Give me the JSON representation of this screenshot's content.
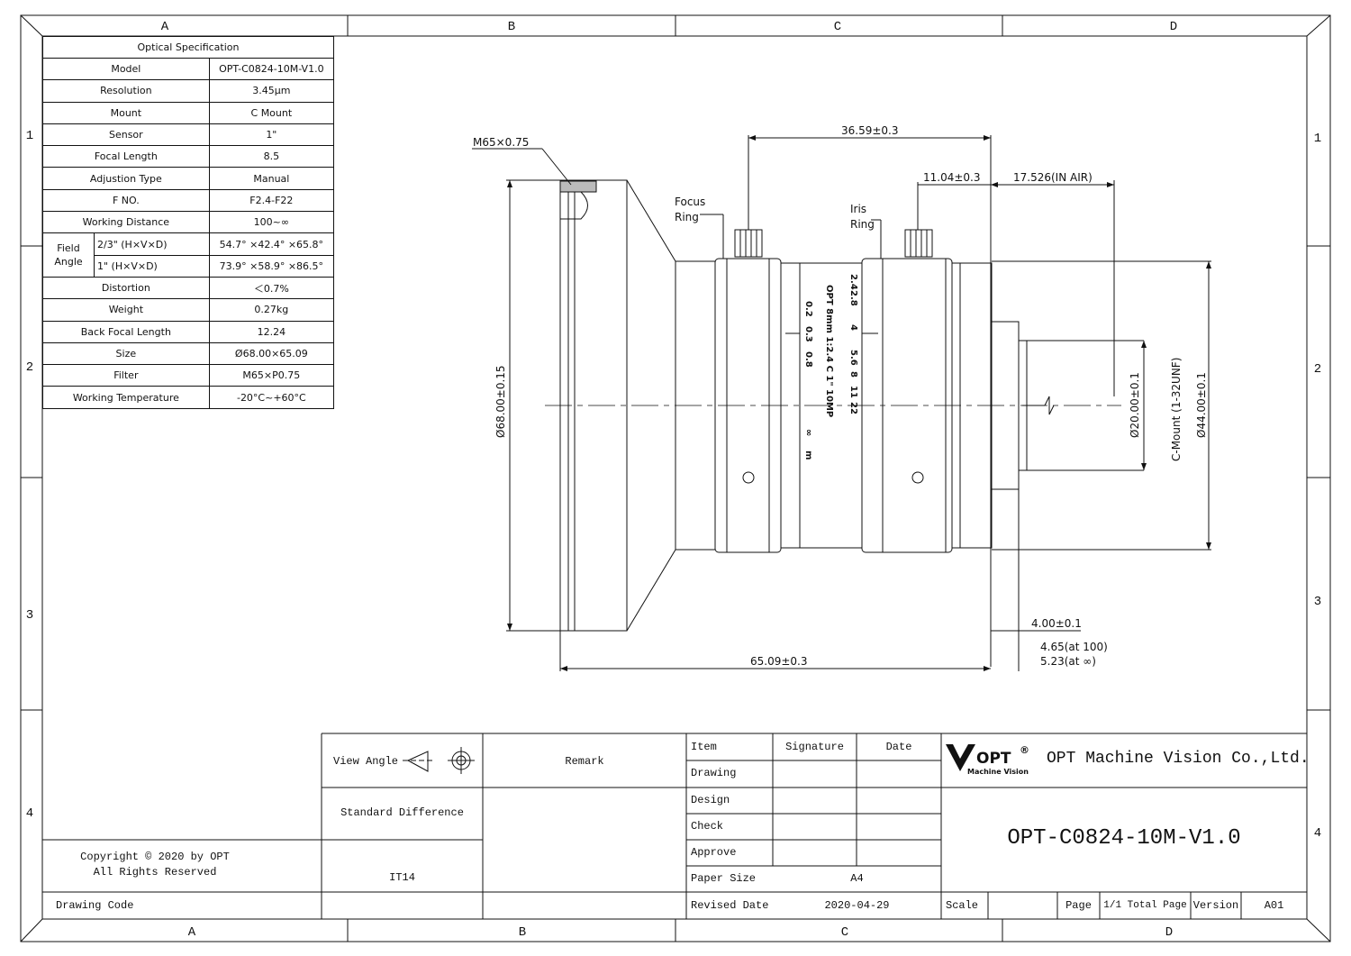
{
  "zones": {
    "columns": [
      "A",
      "B",
      "C",
      "D"
    ],
    "rows": [
      "1",
      "2",
      "3",
      "4"
    ]
  },
  "spec_table": {
    "title": "Optical Specification",
    "rows": [
      {
        "label": "Model",
        "value": "OPT-C0824-10M-V1.0"
      },
      {
        "label": "Resolution",
        "value": "3.45μm"
      },
      {
        "label": "Mount",
        "value": "C Mount"
      },
      {
        "label": "Sensor",
        "value": "1\""
      },
      {
        "label": "Focal Length",
        "value": "8.5"
      },
      {
        "label": "Adjustion Type",
        "value": "Manual"
      },
      {
        "label": "F NO.",
        "value": "F2.4-F22"
      },
      {
        "label": "Working Distance",
        "value": "100~∞"
      }
    ],
    "field_angle": {
      "label": "Field Angle",
      "rows": [
        {
          "sub": "2/3\" (H×V×D)",
          "value": "54.7° ×42.4° ×65.8°"
        },
        {
          "sub": "1\" (H×V×D)",
          "value": "73.9° ×58.9° ×86.5°"
        }
      ]
    },
    "rows2": [
      {
        "label": "Distortion",
        "value": "＜0.7%"
      },
      {
        "label": "Weight",
        "value": "0.27kg"
      },
      {
        "label": "Back Focal Length",
        "value": "12.24"
      },
      {
        "label": "Size",
        "value": "Ø68.00×65.09"
      },
      {
        "label": "Filter",
        "value": "M65×P0.75"
      },
      {
        "label": "Working Temperature",
        "value": "-20°C~+60°C"
      }
    ]
  },
  "drawing": {
    "thread_label": "M65×0.75",
    "focus_ring": [
      "Focus",
      "Ring"
    ],
    "iris_ring": [
      "Iris",
      "Ring"
    ],
    "dim_top": "36.59±0.3",
    "dim_11": "11.04±0.3",
    "dim_air": "17.526(IN AIR)",
    "dia_68": "Ø68.00±0.15",
    "dia_20": "Ø20.00±0.1",
    "cmount": "C-Mount (1-32UNF)",
    "dia_44": "Ø44.00±0.1",
    "dim_4": "4.00±0.1",
    "dim_465": "4.65(at 100)",
    "dim_523": "5.23(at  ∞)",
    "dim_total": "65.09±0.3",
    "engraving_line1": "OPT 8mm 1:2.4 C 1\" 10MP",
    "focus_scale": [
      "0.2",
      "0.3",
      "0.8",
      "∞",
      "m"
    ],
    "iris_scale": [
      "2.4",
      "2.8",
      "4",
      "5.6",
      "8",
      "11",
      "22"
    ]
  },
  "title_block": {
    "view_angle": "View Angle",
    "remark": "Remark",
    "standard_difference": "Standard Difference",
    "it14": "IT14",
    "copyright_1": "Copyright © 2020 by OPT",
    "copyright_2": "All Rights Reserved",
    "drawing_code": "Drawing Code",
    "item": "Item",
    "signature": "Signature",
    "date": "Date",
    "drawing": "Drawing",
    "design": "Design",
    "check": "Check",
    "approve": "Approve",
    "paper_size": "Paper Size",
    "paper_size_value": "A4",
    "revised_date": "Revised Date",
    "revised_date_value": "2020-04-29",
    "logo_brand": "OPT",
    "logo_sub": "Machine Vision",
    "company": "OPT Machine Vision Co.,Ltd.",
    "model": "OPT-C0824-10M-V1.0",
    "scale": "Scale",
    "page": "Page",
    "page_value": "1/1 Total Page",
    "version": "Version",
    "version_value": "A01"
  }
}
